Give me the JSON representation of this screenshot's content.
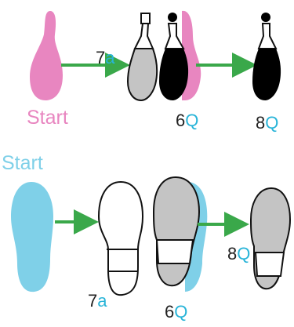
{
  "colors": {
    "pink_start": "#e886c0",
    "blue_start": "#7fd0e8",
    "arrow": "#3aa84a",
    "letter": "#28b4d8",
    "black_foot": "#000000",
    "grey_foot": "#c4c4c4",
    "outline": "#111111"
  },
  "top_row": {
    "start_label": "Start",
    "step1": {
      "num": "7",
      "letter": "a"
    },
    "step2": {
      "num": "6",
      "letter": "Q"
    },
    "step3": {
      "num": "8",
      "letter": "Q"
    }
  },
  "bottom_row": {
    "start_label": "Start",
    "step1": {
      "num": "7",
      "letter": "a"
    },
    "step2": {
      "num": "6",
      "letter": "Q"
    },
    "step3": {
      "num": "8",
      "letter": "Q"
    }
  }
}
